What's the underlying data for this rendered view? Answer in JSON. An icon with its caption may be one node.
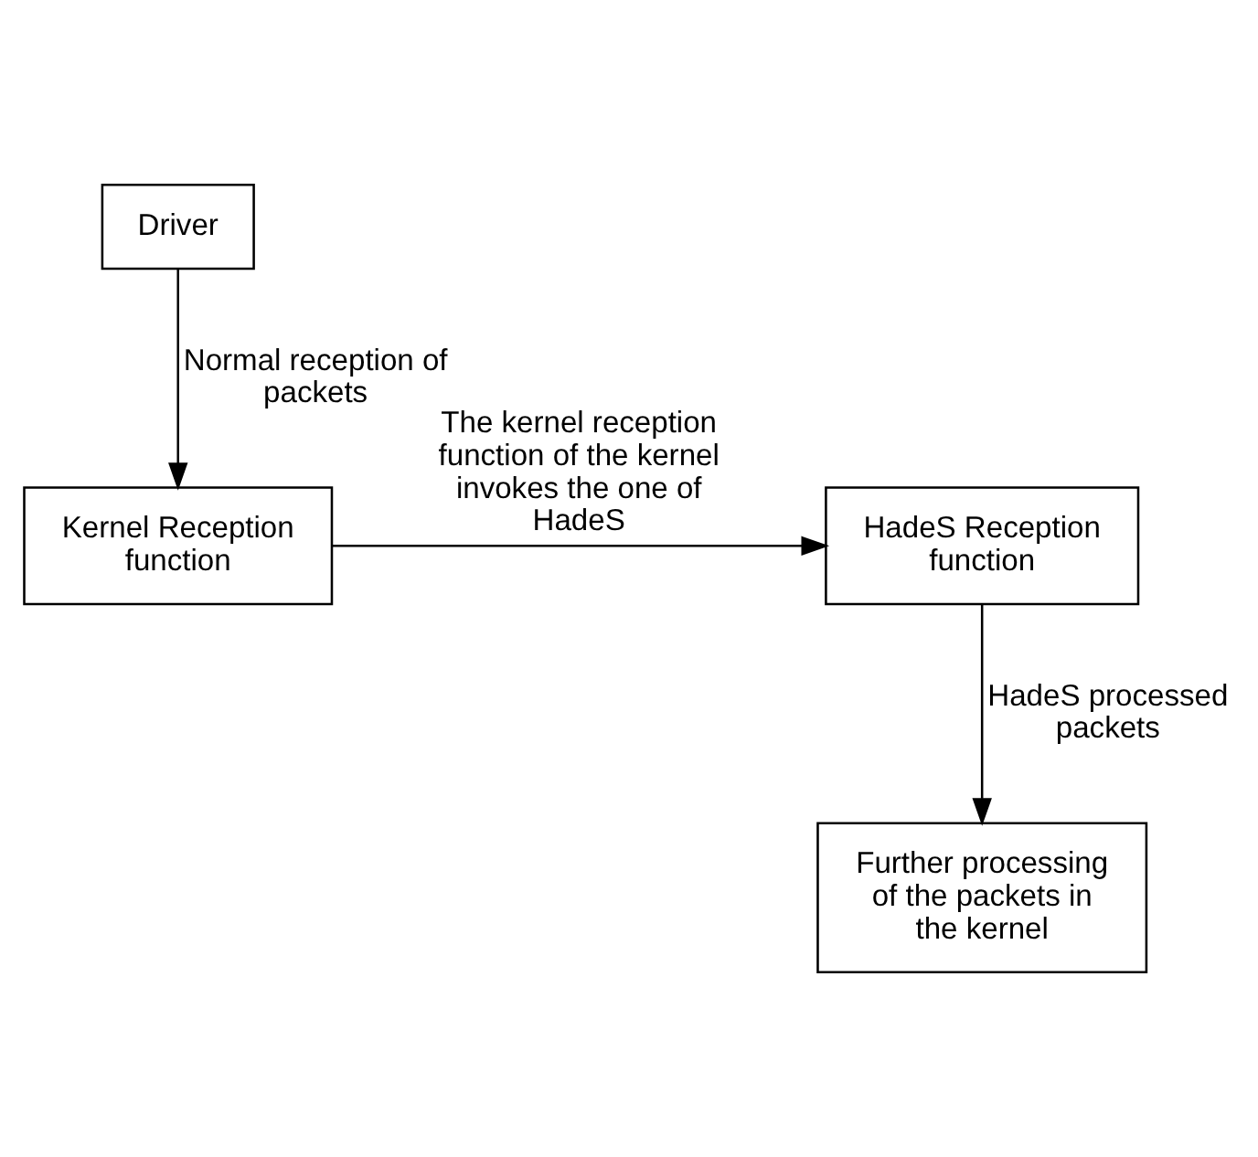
{
  "diagram": {
    "nodes": [
      {
        "text": [
          "Driver"
        ]
      },
      {
        "text": [
          "Kernel Reception function"
        ]
      },
      {
        "text": [
          "HadeS Reception function"
        ]
      },
      {
        "text": [
          "Further processing of the packets in the kernel"
        ]
      }
    ],
    "edges": [
      {
        "from": 0,
        "to": 1,
        "arrow": "to",
        "label": "Normal reception of packets"
      },
      {
        "from": 1,
        "to": 2,
        "arrow": "to",
        "label": "The kernel reception function of the kernel invokes the one of HadeS"
      },
      {
        "from": 2,
        "to": 3,
        "arrow": "to",
        "label": "HadeS processed packets"
      }
    ]
  }
}
